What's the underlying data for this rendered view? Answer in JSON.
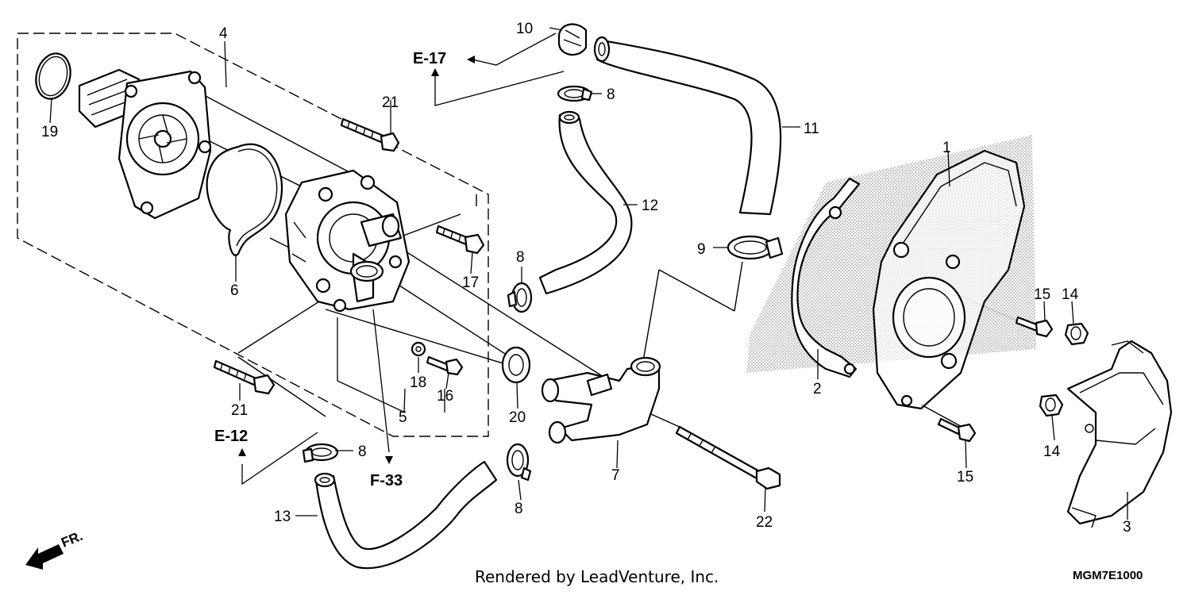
{
  "callouts": {
    "p1": "1",
    "p2": "2",
    "p3": "3",
    "p4": "4",
    "p5": "5",
    "p6": "6",
    "p7": "7",
    "p8a": "8",
    "p8b": "8",
    "p8c": "8",
    "p8d": "8",
    "p9": "9",
    "p10": "10",
    "p11": "11",
    "p12": "12",
    "p13": "13",
    "p14a": "14",
    "p14b": "14",
    "p15a": "15",
    "p15b": "15",
    "p16": "16",
    "p17": "17",
    "p18": "18",
    "p19": "19",
    "p20": "20",
    "p21a": "21",
    "p21b": "21",
    "p22": "22"
  },
  "references": {
    "e17": "E-17",
    "e12": "E-12",
    "f33": "F-33"
  },
  "front_marker": "FR.",
  "footer": {
    "credit": "Rendered by LeadVenture, Inc.",
    "code": "MGM7E1000"
  }
}
